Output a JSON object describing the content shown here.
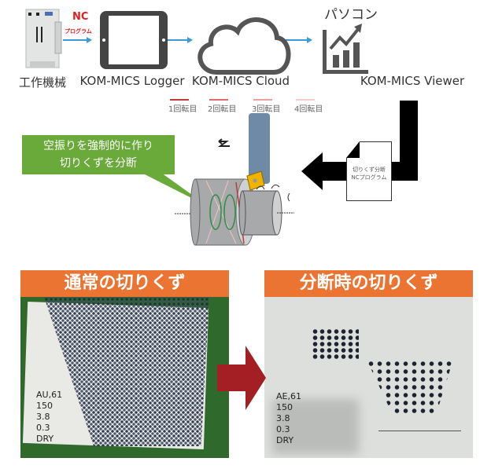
{
  "flow": {
    "machine_label": "工作機械",
    "nc_label": "NC",
    "program_label": "プログラム",
    "logger_label": "KOM-MICS Logger",
    "cloud_label": "KOM-MICS Cloud",
    "pc_label": "パソコン",
    "viewer_label": "KOM-MICS Viewer"
  },
  "rotations": [
    {
      "label": "1回転目",
      "color": "#c0393b"
    },
    {
      "label": "2回転目",
      "color": "#e06b6b"
    },
    {
      "label": "3回転目",
      "color": "#eea0a0"
    },
    {
      "label": "4回転目",
      "color": "#f6cccc"
    }
  ],
  "callout": {
    "line1": "空振りを強制的に作り",
    "line2": "切りくずを分断",
    "color": "#6aaa3a"
  },
  "document": {
    "line1": "切りくず分断",
    "line2": "NCプログラム"
  },
  "comparison": {
    "left_title": "通常の切りくず",
    "right_title": "分断時の切りくず",
    "header_color": "#ec7433",
    "arrow_color": "#a31f24",
    "left_note": [
      "AU,61",
      "150",
      "3.8",
      "0.3",
      "DRY"
    ],
    "right_note": [
      "AE,61",
      "150",
      "3.8",
      "0.3",
      "DRY"
    ]
  }
}
